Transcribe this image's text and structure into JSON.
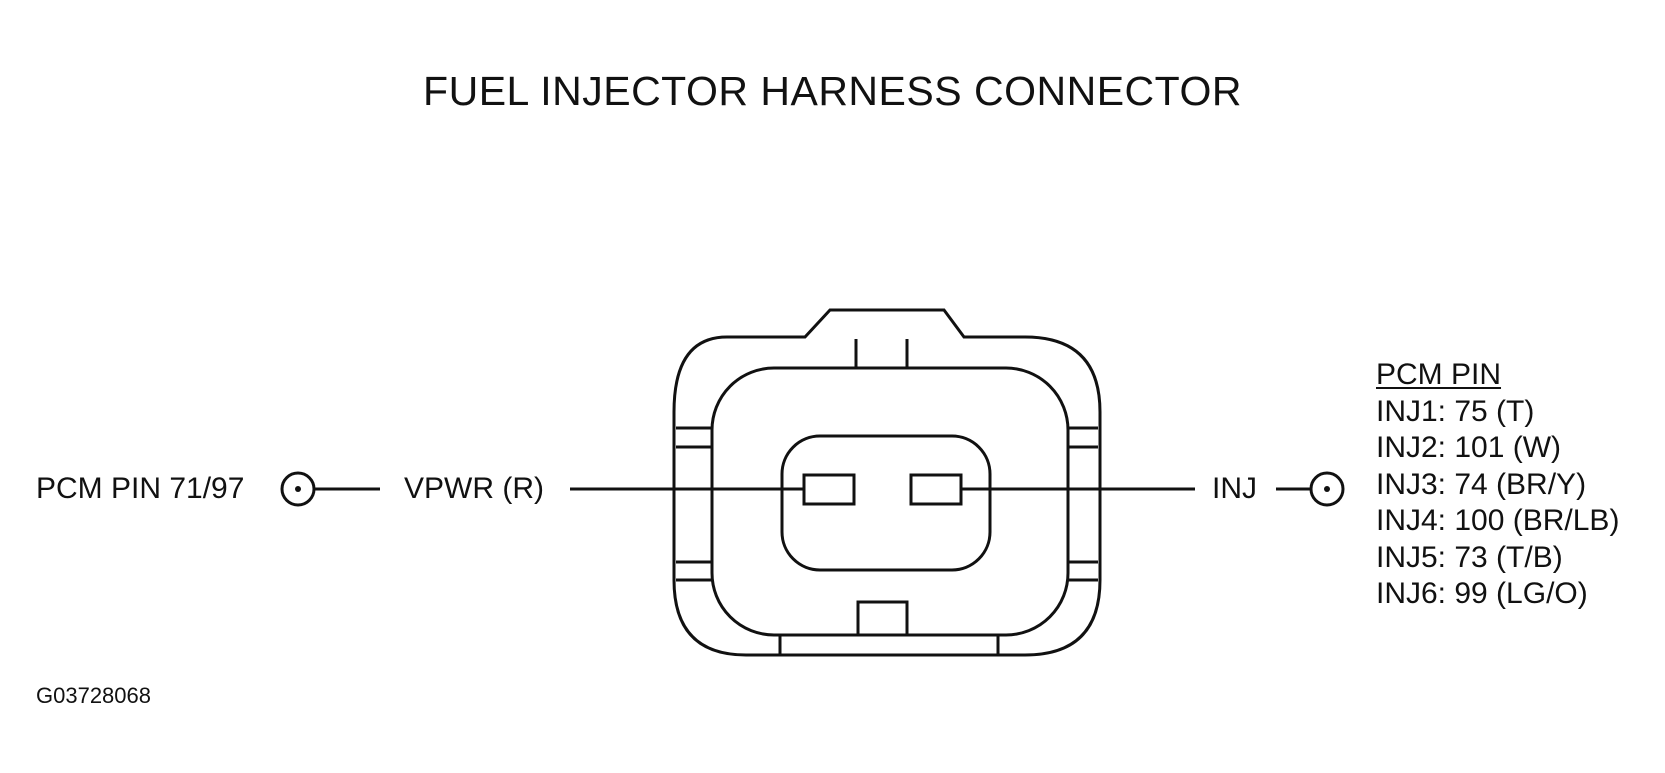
{
  "title": "FUEL INJECTOR HARNESS CONNECTOR",
  "left": {
    "pin_label": "PCM PIN 71/97",
    "wire_label": "VPWR (R)"
  },
  "right": {
    "wire_label": "INJ",
    "table_header": "PCM PIN",
    "table_rows": [
      "INJ1: 75 (T)",
      "INJ2: 101 (W)",
      "INJ3: 74 (BR/Y)",
      "INJ4: 100 (BR/LB)",
      "INJ5: 73 (T/B)",
      "INJ6: 99 (LG/O)"
    ]
  },
  "figure_id": "G03728068"
}
